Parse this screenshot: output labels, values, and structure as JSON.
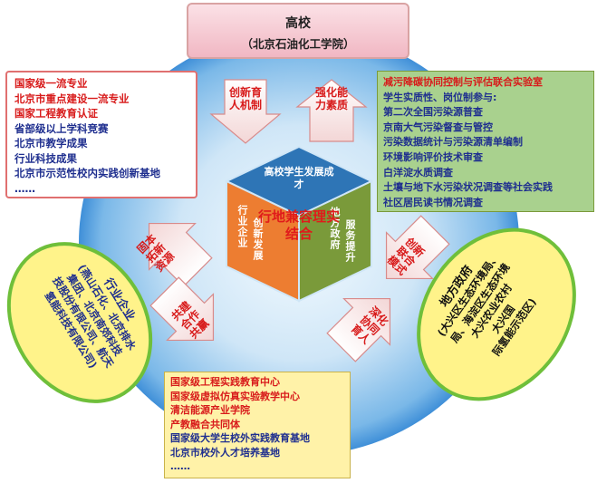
{
  "top_box": {
    "title": "高校",
    "subtitle": "（北京石油化工学院）"
  },
  "left_top_box": {
    "red_lines": [
      "国家级一流专业",
      "北京市重点建设一流专业",
      "国家工程教育认证"
    ],
    "blue_lines": [
      "省部级以上学科竞赛",
      "北京市教学成果",
      "行业科技成果",
      "北京市示范性校内实践创新基地",
      "……"
    ]
  },
  "right_top_box": {
    "title": "减污降碳协同控制与评估联合实验室",
    "lines": [
      "学生实质性、岗位制参与:",
      "第二次全国污染源普查",
      "京南大气污染督查与管控",
      "污染数据统计与污染源清单编制",
      "环境影响评价技术审查",
      "白洋淀水质调查",
      "土壤与地下水污染状况调查等社会实践",
      "社区居民读书情况调查"
    ]
  },
  "bottom_box": {
    "red_lines": [
      "国家级工程实践教育中心",
      "国家级虚拟仿真实验教学中心",
      "清洁能源产业学院",
      "产教融合共同体"
    ],
    "blue_lines": [
      "国家级大学生校外实践教育基地",
      "北京市校外人才培养基地",
      "……"
    ]
  },
  "left_oval": {
    "title": "行业企业",
    "lines": [
      "(燕山石化、北京排水",
      "集团、北京南郊科技",
      "技股份有限公司、航天",
      "氢能科技有限公司)"
    ]
  },
  "right_oval": {
    "title": "地方政府",
    "lines": [
      "(大兴区生态环境局、",
      "局、海淀区生态环境",
      "大兴农业农村",
      "大兴国",
      "际氢能示范区)"
    ]
  },
  "arrows": {
    "top_left": "创新育人机制",
    "top_right": "强化能力素质",
    "left_upper": "固本拓新资源",
    "left_lower": "共建合作共赢",
    "right_upper": "创新联合模式",
    "right_lower": "深化协同育人"
  },
  "cube": {
    "center": "行地兼容理实结合",
    "top_face": "高校学生发展成才",
    "left_face_a": "行业企业",
    "left_face_b": "创新发展",
    "right_face_a": "服务提升",
    "right_face_b": "地方政府"
  },
  "colors": {
    "circle_outer": "#3f8fd8",
    "circle_inner": "#cfe6f7",
    "cube_top": "#2e75b6",
    "cube_left": "#ed7d31",
    "cube_right": "#7a9a3a",
    "top_box": "#f6c7d0",
    "left_top_box": "#ffffff",
    "right_top_box": "#a9d18e",
    "bottom_box": "#fff2a8",
    "ovals": "#fff38a",
    "text_red": "#d81b1b",
    "text_blue": "#1f2f8f"
  }
}
